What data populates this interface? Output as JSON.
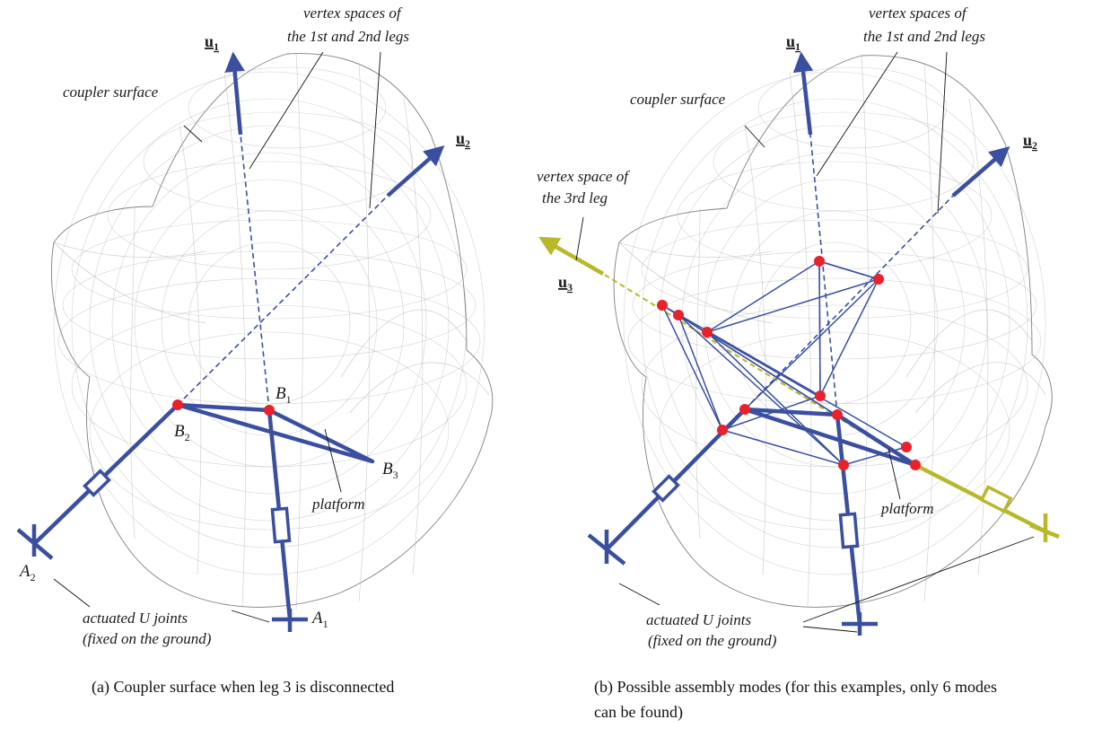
{
  "panel_a": {
    "labels": {
      "vertex_spaces_line1": "vertex spaces of",
      "vertex_spaces_line2": "the 1st and 2nd legs",
      "coupler_surface": "coupler surface",
      "platform": "platform",
      "actuated_line1": "actuated U joints",
      "actuated_line2": "(fixed on the ground)"
    },
    "points": {
      "B1": {
        "letter": "B",
        "sub": "1"
      },
      "B2": {
        "letter": "B",
        "sub": "2"
      },
      "B3": {
        "letter": "B",
        "sub": "3"
      },
      "A1": {
        "letter": "A",
        "sub": "1"
      },
      "A2": {
        "letter": "A",
        "sub": "2"
      }
    },
    "vectors": {
      "u1": {
        "letter": "u",
        "sub": "1"
      },
      "u2": {
        "letter": "u",
        "sub": "2"
      }
    },
    "caption": "(a)  Coupler surface when leg 3 is disconnected"
  },
  "panel_b": {
    "labels": {
      "vertex_spaces_line1": "vertex spaces of",
      "vertex_spaces_line2": "the 1st and 2nd legs",
      "vertex_space3_line1": "vertex space of",
      "vertex_space3_line2": "the 3rd leg",
      "coupler_surface": "coupler surface",
      "platform": "platform",
      "actuated_line1": "actuated U joints",
      "actuated_line2": "(fixed on the ground)"
    },
    "vectors": {
      "u1": {
        "letter": "u",
        "sub": "1"
      },
      "u2": {
        "letter": "u",
        "sub": "2"
      },
      "u3": {
        "letter": "u",
        "sub": "3"
      }
    },
    "caption_line1": "(b)  Possible assembly modes (for this examples, only 6 modes",
    "caption_line2": "can be found)"
  },
  "colors": {
    "leg_blue": "#3a4fa0",
    "leg3_olive": "#b8b82a",
    "joint_red": "#e8212a",
    "mesh_gray": "#8a8a8a"
  }
}
